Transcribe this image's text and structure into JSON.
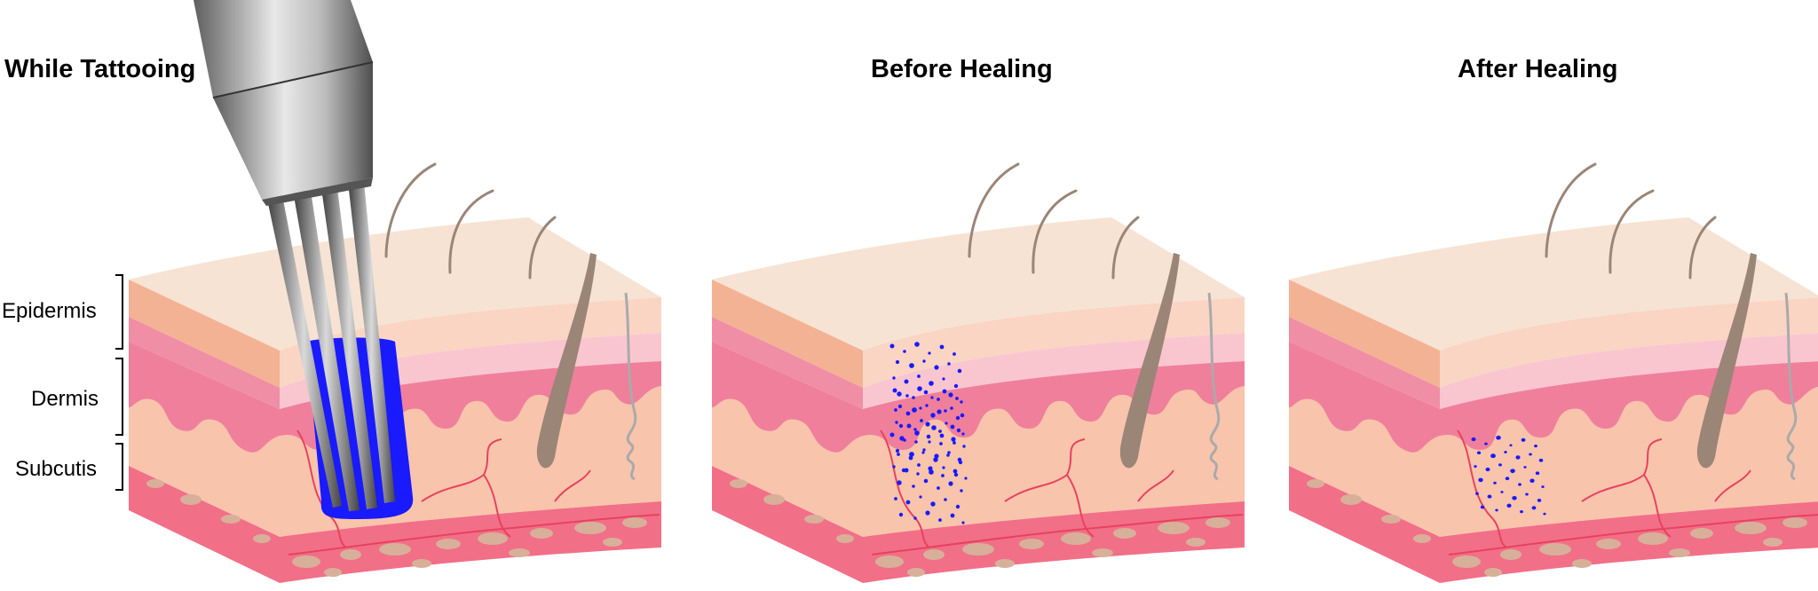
{
  "panels": [
    {
      "title": "While Tattooing",
      "stage": "needle"
    },
    {
      "title": "Before Healing",
      "stage": "ink-spread"
    },
    {
      "title": "After Healing",
      "stage": "ink-settled"
    }
  ],
  "layers": [
    "Epidermis",
    "Dermis",
    "Subcutis"
  ],
  "colors": {
    "ink": "#1a1aff",
    "epidermis_top": "#f7e3d4",
    "epidermis": "#f4b294",
    "dermis_band": "#f08ea6",
    "dermis": "#f8c4ac",
    "subcutis": "#f26f88",
    "fat": "#d8b09a",
    "hair": "#9b8576",
    "needle_metal": "#8a8a8a"
  }
}
